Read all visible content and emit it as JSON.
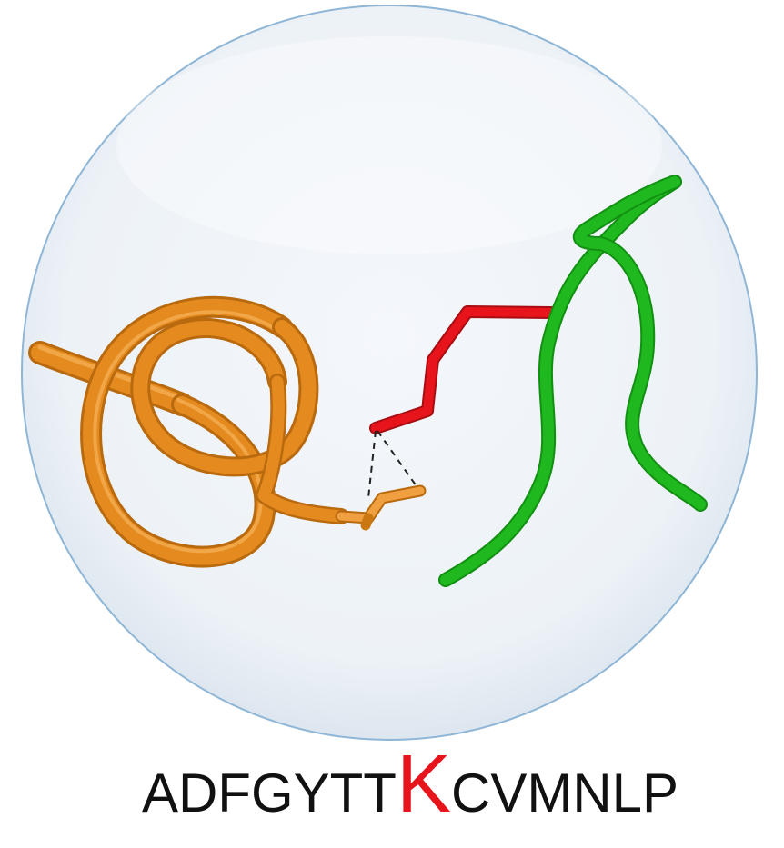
{
  "sequence": {
    "prefix": "ADFGYTT",
    "highlight": "K",
    "suffix": "CVMNLP"
  },
  "colors": {
    "circle_fill": "#eef3f8",
    "circle_border": "#8fb6d6",
    "helix": "#e48a1e",
    "helix_highlight": "#f6b45a",
    "coil": "#1fb81f",
    "lysine_side_chain": "#e8141b",
    "highlight_letter": "#e8141b"
  }
}
